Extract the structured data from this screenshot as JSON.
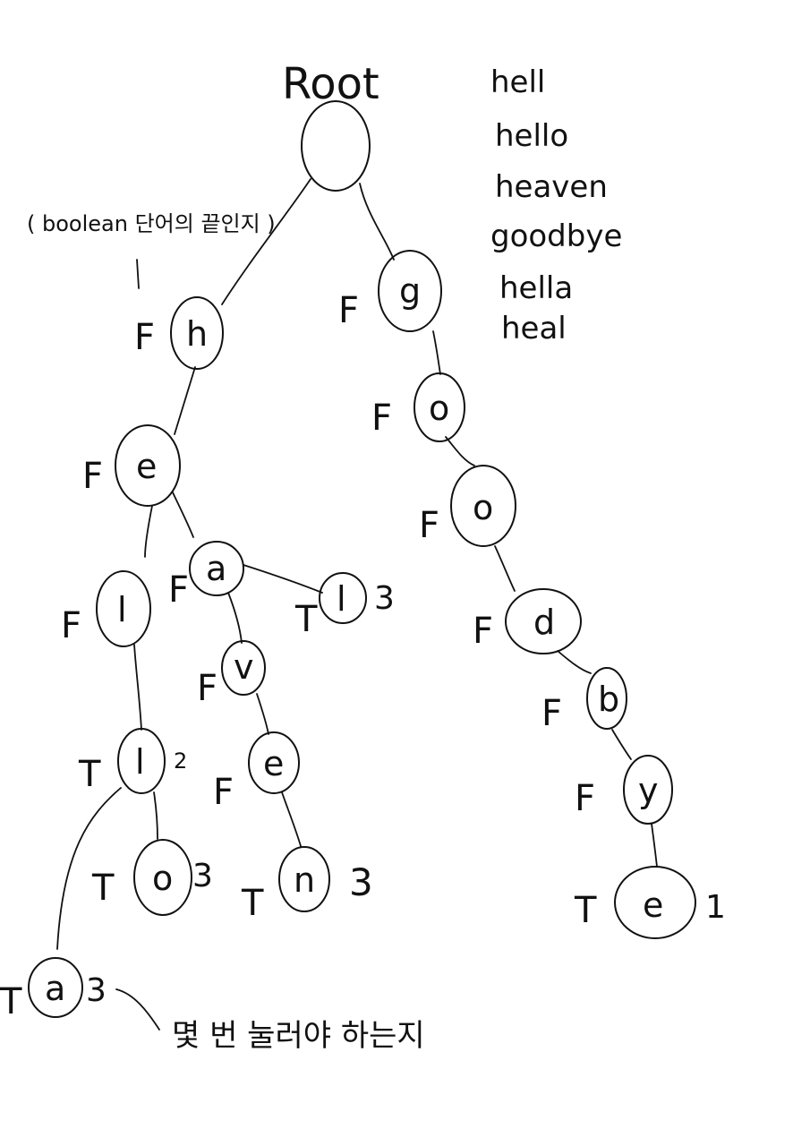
{
  "root": {
    "label": "Root"
  },
  "word_list": [
    "hell",
    "hello",
    "heaven",
    "goodbye",
    "hella",
    "heal"
  ],
  "annotations": {
    "boolean_note": "( boolean 단어의 끝인지 )",
    "count_note": "몇 번 눌러야 하는지"
  },
  "nodes": [
    {
      "id": "h",
      "letter": "h",
      "flag": "F",
      "count": ""
    },
    {
      "id": "he",
      "letter": "e",
      "flag": "F",
      "count": ""
    },
    {
      "id": "hel",
      "letter": "l",
      "flag": "F",
      "count": ""
    },
    {
      "id": "hell",
      "letter": "l",
      "flag": "T",
      "count": "2"
    },
    {
      "id": "hello",
      "letter": "o",
      "flag": "T",
      "count": "3"
    },
    {
      "id": "hella",
      "letter": "a",
      "flag": "T",
      "count": "3"
    },
    {
      "id": "hea",
      "letter": "a",
      "flag": "F",
      "count": ""
    },
    {
      "id": "heal",
      "letter": "l",
      "flag": "T",
      "count": "3"
    },
    {
      "id": "heav",
      "letter": "v",
      "flag": "F",
      "count": ""
    },
    {
      "id": "heave",
      "letter": "e",
      "flag": "F",
      "count": ""
    },
    {
      "id": "heaven",
      "letter": "n",
      "flag": "T",
      "count": "3"
    },
    {
      "id": "g",
      "letter": "g",
      "flag": "F",
      "count": ""
    },
    {
      "id": "go",
      "letter": "o",
      "flag": "F",
      "count": ""
    },
    {
      "id": "goo",
      "letter": "o",
      "flag": "F",
      "count": ""
    },
    {
      "id": "good",
      "letter": "d",
      "flag": "F",
      "count": ""
    },
    {
      "id": "goodb",
      "letter": "b",
      "flag": "F",
      "count": ""
    },
    {
      "id": "goodby",
      "letter": "y",
      "flag": "F",
      "count": ""
    },
    {
      "id": "goodbye",
      "letter": "e",
      "flag": "T",
      "count": "1"
    }
  ]
}
